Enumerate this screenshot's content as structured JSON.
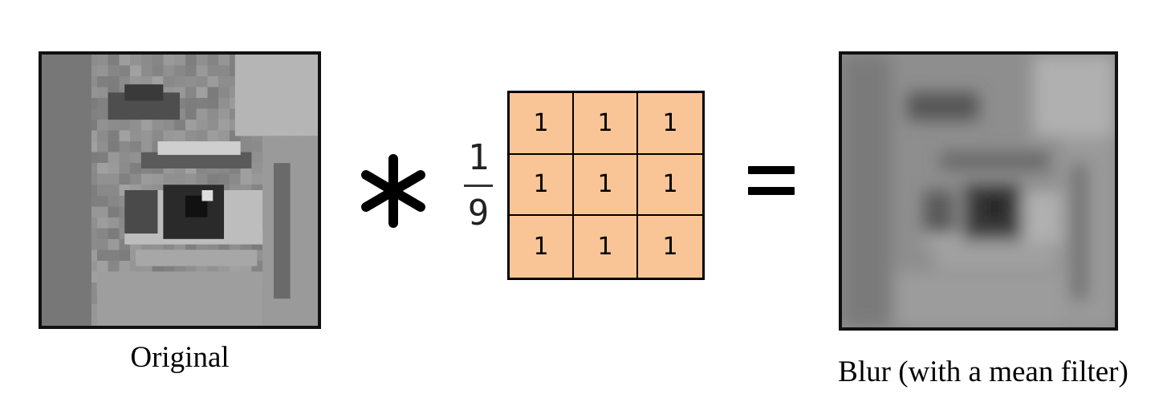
{
  "original": {
    "caption": "Original",
    "image": "eye-grayscale-pixelated"
  },
  "operator": {
    "convolution_symbol": "convolution-asterisk-icon",
    "equals_symbol": "equals-icon"
  },
  "kernel": {
    "scale_numerator": "1",
    "scale_denominator": "9",
    "fill_color": "#f9c597",
    "cells": [
      "1",
      "1",
      "1",
      "1",
      "1",
      "1",
      "1",
      "1",
      "1"
    ]
  },
  "result": {
    "caption": "Blur (with a mean filter)",
    "image": "eye-grayscale-blurred"
  }
}
